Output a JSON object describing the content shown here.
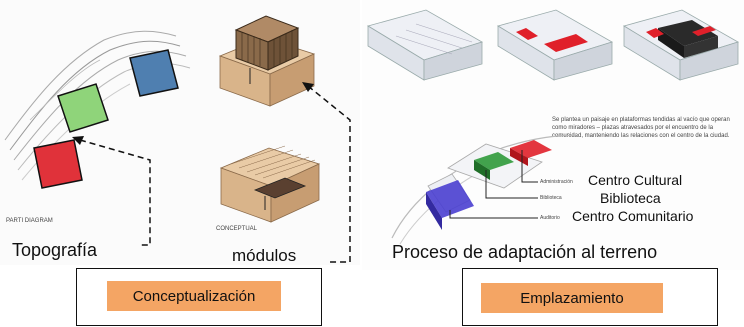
{
  "left": {
    "parti_label": "PARTI DIAGRAM",
    "conceptual_label": "CONCEPTUAL",
    "caption_topografia": "Topografía",
    "caption_modulos": "módulos",
    "button_label": "Conceptualización",
    "colors": {
      "blue": "#4f7fb0",
      "green": "#8fd47a",
      "red": "#e0323a",
      "wood": "#d9b48a"
    }
  },
  "right": {
    "description": "Se plantea un paisaje en plataformas tendidas al vacío que operan como miradores – plazas atravesados por el encuentro de la comunidad, manteniendo las relaciones con el centro de la ciudad.",
    "callouts": [
      {
        "small": "Administración",
        "label": "Centro Cultural"
      },
      {
        "small": "Biblioteca",
        "label": "Biblioteca"
      },
      {
        "small": "Auditorio",
        "label": "Centro Comunitario"
      }
    ],
    "caption": "Proceso de adaptación al terreno",
    "button_label": "Emplazamiento",
    "colors": {
      "red": "#e0202a",
      "green": "#2f9a3a",
      "blue": "#4a3fd0",
      "dark": "#2a2a2a"
    }
  }
}
